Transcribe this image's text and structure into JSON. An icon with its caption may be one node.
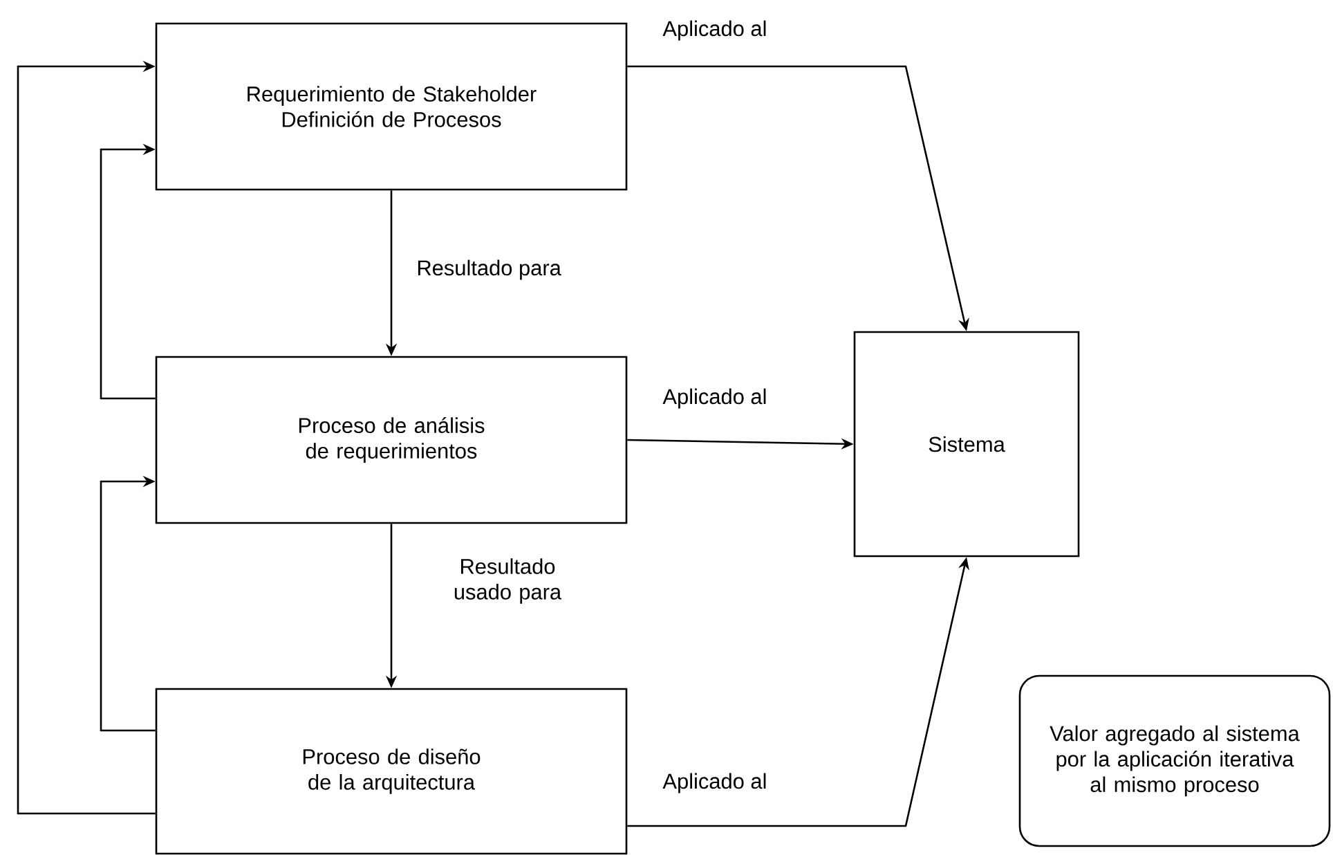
{
  "diagram": {
    "nodes": [
      {
        "text": [
          "Requerimiento de Stakeholder Definición de Procesos"
        ]
      },
      {
        "text": [
          "Proceso de análisis de requerimientos"
        ]
      },
      {
        "text": [
          "Proceso de diseño de la arquitectura"
        ]
      },
      {
        "text": [
          "Sistema"
        ]
      },
      {
        "text": [
          "Valor agregado al sistema por la aplicación iterativa al mismo proceso"
        ]
      }
    ],
    "edges": [
      {
        "from": 0,
        "to": 1,
        "arrow": "to",
        "label": "Resultado para"
      },
      {
        "from": 1,
        "to": 2,
        "arrow": "to",
        "label": "Resultado usado para"
      },
      {
        "from": 1,
        "to": 0,
        "arrow": "to"
      },
      {
        "from": 2,
        "to": 1,
        "arrow": "to"
      },
      {
        "from": 2,
        "to": 0,
        "arrow": "to"
      },
      {
        "from": 0,
        "to": 3,
        "arrow": "to",
        "label": "Aplicado al"
      },
      {
        "from": 1,
        "to": 3,
        "arrow": "to",
        "label": "Aplicado al"
      },
      {
        "from": 2,
        "to": 3,
        "arrow": "to",
        "label": "Aplicado al"
      }
    ]
  }
}
